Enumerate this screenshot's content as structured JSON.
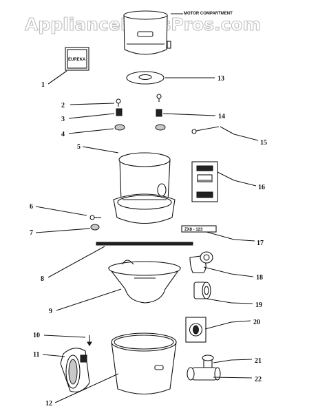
{
  "watermark": "AppliancePartsPros.com",
  "motor_compartment_label": "MOTOR COMPARTMENT",
  "nameplate_text": "EUREKA",
  "label_strip_text": "ZX8 - 123",
  "callouts": {
    "c1": "1",
    "c2": "2",
    "c3": "3",
    "c4": "4",
    "c5": "5",
    "c6": "6",
    "c7": "7",
    "c8": "8",
    "c9": "9",
    "c10": "10",
    "c11": "11",
    "c12": "12",
    "c13": "13",
    "c14": "14",
    "c15": "15",
    "c16": "16",
    "c17": "17",
    "c18": "18",
    "c19": "19",
    "c20": "20",
    "c21": "21",
    "c22": "22"
  }
}
